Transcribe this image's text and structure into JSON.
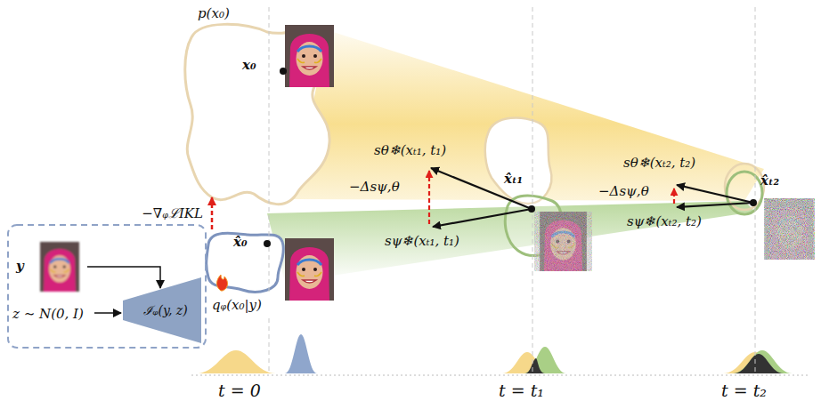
{
  "diagram": {
    "nodes": [
      {
        "text": [
          "p(x₀)",
          "x₀"
        ]
      },
      {
        "text": [
          "x̂₀",
          "qᵩ(x₀|y)"
        ]
      },
      {
        "text": [
          "x̂ₜ₁"
        ]
      },
      {
        "text": [
          "x̂ₜ₂"
        ]
      },
      {
        "text": [
          "y",
          "z ∼ N(0, I)"
        ]
      },
      {
        "text": [
          "ℐᵩ(y, z)"
        ],
        "in": 4
      }
    ],
    "edges": [
      {
        "from": 1,
        "to": 0,
        "arrow": "to",
        "label": "−∇ᵩℒIKL"
      }
    ],
    "labels": [
      "sθ❄(xₜ₁, t₁)",
      "−Δsψ,θ",
      "sψ❄(xₜ₁, t₁)",
      "sθ❄(xₜ₂, t₂)",
      "−Δsψ,θ",
      "sψ❄(xₜ₂, t₂)",
      "t = 0",
      "t = t₁",
      "t = t₂"
    ]
  }
}
